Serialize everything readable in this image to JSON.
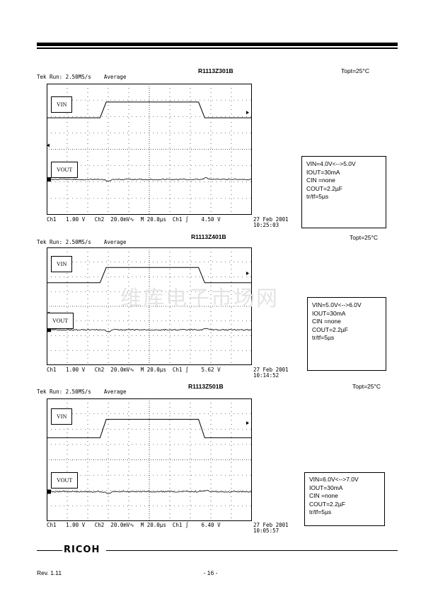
{
  "panels": [
    {
      "scope_header": "Tek Run: 2.50MS/s    Average",
      "part": "R1113Z301B",
      "topt": "Topt=25°C",
      "status": "Ch1   1.00 V   Ch2  20.0mV∿  M 20.0µs  Ch1 ∫    4.50 V",
      "date": "27 Feb 2001",
      "time": "10:25:03",
      "vin_label": "VIN",
      "vout_label": "VOUT",
      "conditions": [
        "VIN=4.0V<-->5.0V",
        "IOUT=30mA",
        "CIN =none",
        "COUT=2.2µF",
        "tr/tf=5µs"
      ]
    },
    {
      "scope_header": "Tek Run: 2.50MS/s    Average",
      "part": "R1113Z401B",
      "topt": "Topt=25°C",
      "status": "Ch1   1.00 V   Ch2  20.0mV∿  M 20.0µs  Ch1 ∫    5.62 V",
      "date": "27 Feb 2001",
      "time": "10:14:52",
      "vin_label": "VIN",
      "vout_label": "VOUT",
      "conditions": [
        "VIN=5.0V<-->6.0V",
        "IOUT=30mA",
        "CIN =none",
        "COUT=2.2µF",
        "tr/tf=5µs"
      ]
    },
    {
      "scope_header": "Tek Run: 2.50MS/s    Average",
      "part": "R1113Z501B",
      "topt": "Topt=25°C",
      "status": "Ch1   1.00 V   Ch2  20.0mV∿  M 20.0µs  Ch1 ∫    6.40 V",
      "date": "27 Feb 2001",
      "time": "10:05:57",
      "vin_label": "VIN",
      "vout_label": "VOUT",
      "conditions": [
        "VIN=6.0V<-->7.0V",
        "IOUT=30mA",
        "CIN =none",
        "COUT=2.2µF",
        "tr/tf=5µs"
      ]
    }
  ],
  "watermark": "维库电子市场网",
  "footer": {
    "logo": "RICOH",
    "revision": "Rev. 1.11",
    "page": "- 16 -"
  }
}
